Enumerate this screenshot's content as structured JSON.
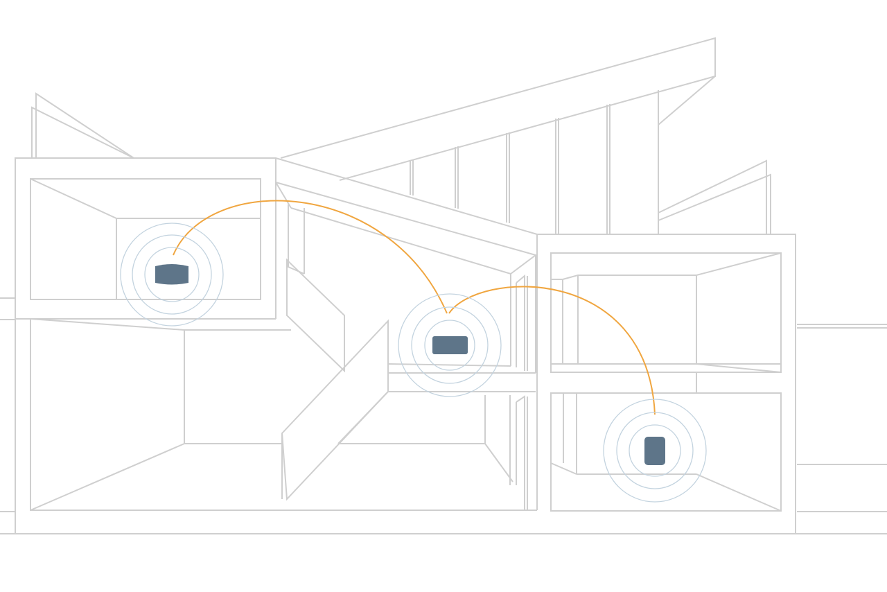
{
  "colors": {
    "background": "#ffffff",
    "structure_line": "#cfcfcf",
    "signal_link": "#f0a640",
    "device_fill": "#5e7589",
    "signal_ring": "#c3d3df"
  },
  "devices": [
    {
      "id": "router-upper-left",
      "icon": "router-icon",
      "role": "mesh node"
    },
    {
      "id": "router-center",
      "icon": "router-icon",
      "role": "mesh node"
    },
    {
      "id": "router-lower-right",
      "icon": "router-icon",
      "role": "mesh node"
    }
  ],
  "connections": [
    {
      "from": "router-upper-left",
      "to": "router-center"
    },
    {
      "from": "router-center",
      "to": "router-lower-right"
    }
  ]
}
